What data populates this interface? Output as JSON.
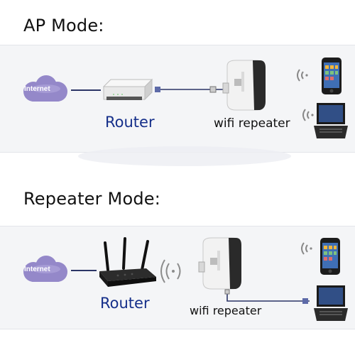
{
  "ap_section": {
    "heading": "AP Mode:",
    "cloud_label": "Internet",
    "router_label": "Router",
    "repeater_label": "wifi repeater",
    "devices": [
      "phone-icon",
      "laptop-icon"
    ]
  },
  "repeater_section": {
    "heading": "Repeater Mode:",
    "cloud_label": "Internet",
    "router_label": "Router",
    "repeater_label": "wifi repeater",
    "devices": [
      "phone-icon",
      "laptop-icon"
    ]
  },
  "colors": {
    "cloud": "#8d7fc4",
    "router_label": "#152f8a",
    "link_line": "#2b3566",
    "band": "#f4f5f7"
  }
}
